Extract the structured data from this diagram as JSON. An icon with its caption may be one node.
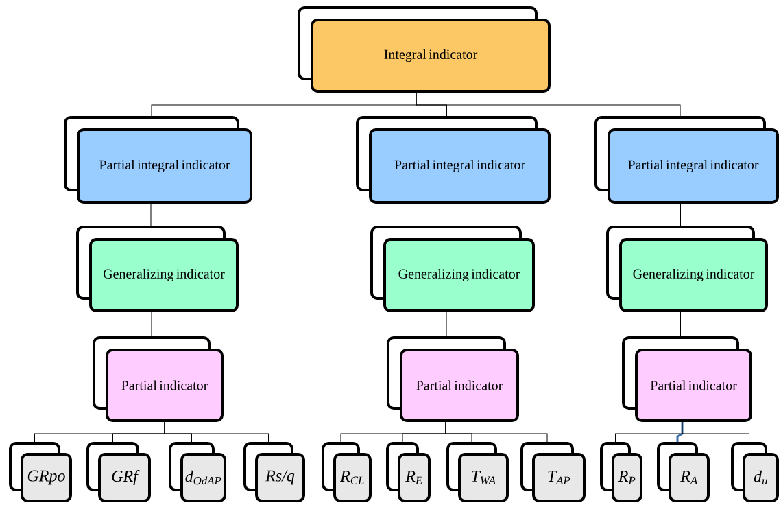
{
  "diagram": {
    "nodes": [
      {
        "text": [
          "Integral indicator"
        ]
      },
      {
        "text": [
          "Partial integral indicator"
        ]
      },
      {
        "text": [
          "Partial integral indicator"
        ]
      },
      {
        "text": [
          "Partial integral indicator"
        ]
      },
      {
        "text": [
          "Generalizing indicator"
        ]
      },
      {
        "text": [
          "Generalizing indicator"
        ]
      },
      {
        "text": [
          "Generalizing indicator"
        ]
      },
      {
        "text": [
          "Partial indicator"
        ]
      },
      {
        "text": [
          "Partial indicator"
        ]
      },
      {
        "text": [
          "Partial indicator"
        ]
      },
      {
        "text": [
          "GRpo"
        ]
      },
      {
        "text": [
          "GRf"
        ]
      },
      {
        "text": [
          "d$_{OdAP}$"
        ]
      },
      {
        "text": [
          "Rs/q"
        ]
      },
      {
        "text": [
          "R$_{CL}$"
        ]
      },
      {
        "text": [
          "R$_{E}$"
        ]
      },
      {
        "text": [
          "T$_{WA}$"
        ]
      },
      {
        "text": [
          "T$_{AP}$"
        ]
      },
      {
        "text": [
          "R$_{P}$"
        ]
      },
      {
        "text": [
          "R$_{A}$"
        ]
      },
      {
        "text": [
          "d$_{u}$"
        ]
      }
    ],
    "edges": [
      {
        "from": 0,
        "to": 1,
        "arrow": "none"
      },
      {
        "from": 0,
        "to": 2,
        "arrow": "none"
      },
      {
        "from": 0,
        "to": 3,
        "arrow": "none"
      },
      {
        "from": 1,
        "to": 4,
        "arrow": "none"
      },
      {
        "from": 2,
        "to": 5,
        "arrow": "none"
      },
      {
        "from": 3,
        "to": 6,
        "arrow": "none"
      },
      {
        "from": 4,
        "to": 7,
        "arrow": "none"
      },
      {
        "from": 5,
        "to": 8,
        "arrow": "none"
      },
      {
        "from": 6,
        "to": 9,
        "arrow": "none"
      },
      {
        "from": 7,
        "to": 10,
        "arrow": "none"
      },
      {
        "from": 7,
        "to": 11,
        "arrow": "none"
      },
      {
        "from": 7,
        "to": 12,
        "arrow": "none"
      },
      {
        "from": 7,
        "to": 13,
        "arrow": "none"
      },
      {
        "from": 8,
        "to": 14,
        "arrow": "none"
      },
      {
        "from": 8,
        "to": 15,
        "arrow": "none"
      },
      {
        "from": 8,
        "to": 16,
        "arrow": "none"
      },
      {
        "from": 8,
        "to": 17,
        "arrow": "none"
      },
      {
        "from": 9,
        "to": 18,
        "arrow": "none"
      },
      {
        "from": 9,
        "to": 19,
        "arrow": "none",
        "style": "thick",
        "color": "#3b6ea8"
      },
      {
        "from": 9,
        "to": 20,
        "arrow": "none"
      }
    ]
  }
}
